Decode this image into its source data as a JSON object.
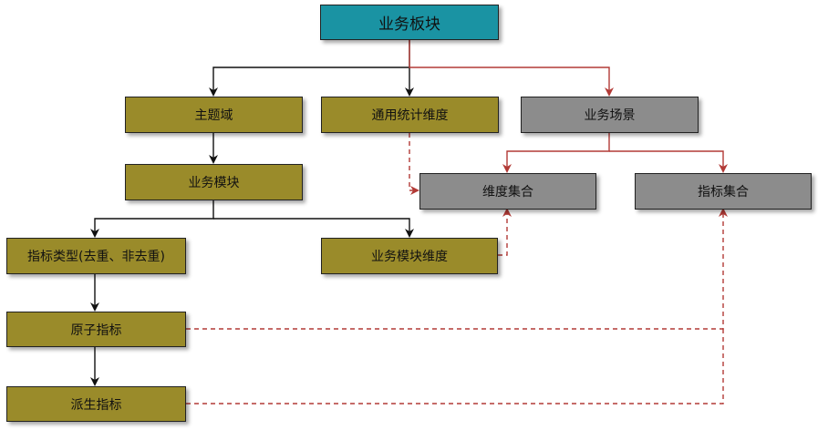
{
  "colors": {
    "root": "#1a93a3",
    "olive": "#9a8b2a",
    "gray": "#8c8c8c",
    "black_line": "#111111",
    "red_line": "#b23a36"
  },
  "nodes": {
    "root": "业务板块",
    "subject_domain": "主题域",
    "general_dimension": "通用统计维度",
    "business_scene": "业务场景",
    "business_module": "业务模块",
    "dimension_set": "维度集合",
    "metric_set": "指标集合",
    "metric_type": "指标类型(去重、非去重)",
    "module_dimension": "业务模块维度",
    "atomic_metric": "原子指标",
    "derived_metric": "派生指标"
  }
}
